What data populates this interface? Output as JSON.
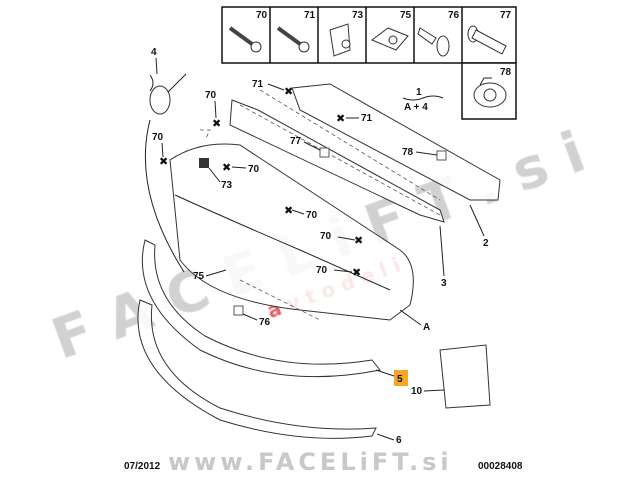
{
  "legend_boxes": [
    {
      "number": "70",
      "icon": "bolt-icon"
    },
    {
      "number": "71",
      "icon": "bolt-icon"
    },
    {
      "number": "73",
      "icon": "clip-nut-icon"
    },
    {
      "number": "75",
      "icon": "bracket-clip-icon"
    },
    {
      "number": "76",
      "icon": "screw-icon"
    },
    {
      "number": "77",
      "icon": "rivet-icon"
    },
    {
      "number": "78",
      "icon": "push-clip-icon"
    }
  ],
  "assembly": {
    "number": "1",
    "formula": "A + 4"
  },
  "callouts": {
    "c4": "4",
    "c70a": "70",
    "c70b": "70",
    "c70c": "70",
    "c70d": "70",
    "c70e": "70",
    "c70f": "70",
    "c71a": "71",
    "c71b": "71",
    "c73": "73",
    "c77": "77",
    "c78": "78",
    "c2": "2",
    "c3": "3",
    "c75": "75",
    "c76": "76",
    "cA": "A",
    "c5": "5",
    "c10": "10",
    "c6": "6"
  },
  "highlight_color": "#f5a623",
  "footer": {
    "date": "07/2012",
    "reference": "00028408"
  },
  "watermarks": {
    "main": "FACELiFT.si",
    "red": "avtodeli",
    "bottom": "www.FACELiFT.si"
  }
}
